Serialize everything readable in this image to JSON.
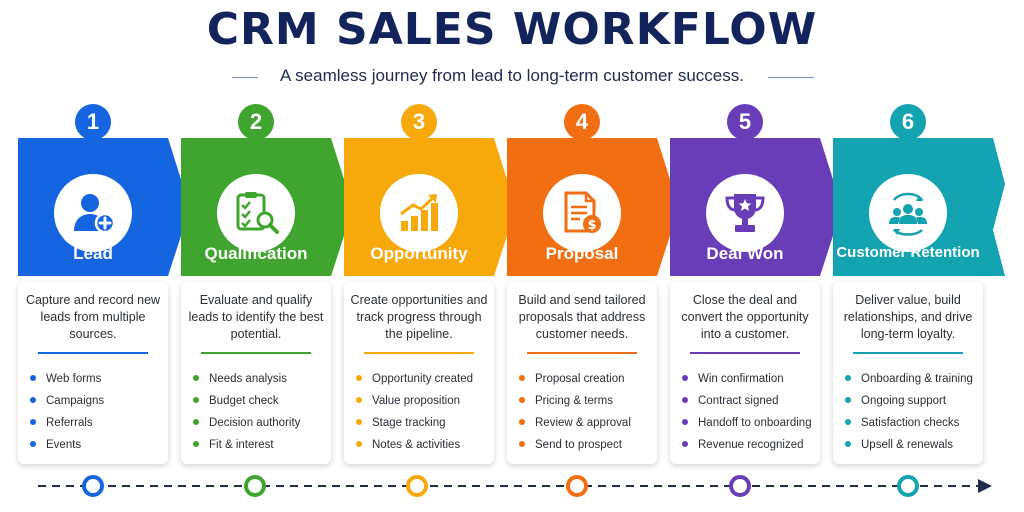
{
  "title": "CRM SALES WORKFLOW",
  "subtitle": "A seamless journey from lead to long-term customer success.",
  "steps": [
    {
      "number": "1",
      "label": "Lead",
      "color": "#1565e0",
      "icon": "person-add-icon",
      "description": "Capture and record new leads from multiple sources.",
      "bullets": [
        "Web forms",
        "Campaigns",
        "Referrals",
        "Events"
      ]
    },
    {
      "number": "2",
      "label": "Qualification",
      "color": "#3fa52f",
      "icon": "checklist-search-icon",
      "description": "Evaluate and qualify leads to identify the best potential.",
      "bullets": [
        "Needs analysis",
        "Budget check",
        "Decision authority",
        "Fit & interest"
      ]
    },
    {
      "number": "3",
      "label": "Opportunity",
      "color": "#f7a90b",
      "icon": "growth-chart-icon",
      "description": "Create opportunities and track progress through the pipeline.",
      "bullets": [
        "Opportunity created",
        "Value proposition",
        "Stage tracking",
        "Notes & activities"
      ]
    },
    {
      "number": "4",
      "label": "Proposal",
      "color": "#f26e12",
      "icon": "document-dollar-icon",
      "description": "Build and send tailored proposals that address customer needs.",
      "bullets": [
        "Proposal creation",
        "Pricing & terms",
        "Review & approval",
        "Send to prospect"
      ]
    },
    {
      "number": "5",
      "label": "Deal Won",
      "color": "#6a3db8",
      "icon": "trophy-icon",
      "description": "Close the deal and convert the opportunity into a customer.",
      "bullets": [
        "Win confirmation",
        "Contract signed",
        "Handoff to onboarding",
        "Revenue recognized"
      ]
    },
    {
      "number": "6",
      "label": "Customer Retention",
      "color": "#14a3b0",
      "icon": "group-cycle-icon",
      "description": "Deliver value, build relationships, and drive long-term loyalty.",
      "bullets": [
        "Onboarding & training",
        "Ongoing support",
        "Satisfaction checks",
        "Upsell & renewals"
      ]
    }
  ],
  "timeline_color": "#1f2a4d"
}
